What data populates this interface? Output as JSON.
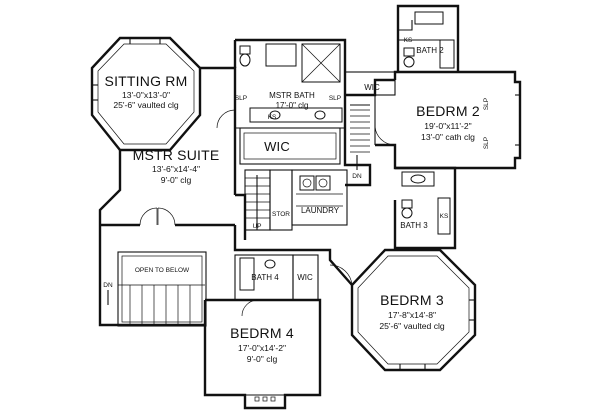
{
  "rooms": {
    "sitting_rm": {
      "name": "SITTING RM",
      "size": "13'-0\"x13'-0\"",
      "ceiling": "25'-6\" vaulted clg"
    },
    "mstr_suite": {
      "name": "MSTR SUITE",
      "size": "13'-6\"x14'-4\"",
      "ceiling": "9'-0\" clg"
    },
    "mstr_bath": {
      "name": "MSTR BATH",
      "ceiling": "17'-0\" clg"
    },
    "bedrm2": {
      "name": "BEDRM 2",
      "size": "19'-0\"x11'-2\"",
      "ceiling": "13'-0\" cath clg"
    },
    "bedrm3": {
      "name": "BEDRM 3",
      "size": "17'-8\"x14'-8\"",
      "ceiling": "25'-6\" vaulted clg"
    },
    "bedrm4": {
      "name": "BEDRM 4",
      "size": "17'-0\"x14'-2\"",
      "ceiling": "9'-0\" clg"
    },
    "bath2": {
      "name": "BATH 2"
    },
    "bath3": {
      "name": "BATH 3"
    },
    "bath4": {
      "name": "BATH 4"
    },
    "laundry": {
      "name": "LAUNDRY"
    },
    "wic_main": {
      "name": "WIC"
    },
    "wic_bedrm2": {
      "name": "WIC"
    },
    "wic_bedrm4": {
      "name": "WIC"
    },
    "stor": {
      "name": "STOR"
    },
    "open_to_below": {
      "name": "OPEN TO BELOW"
    }
  },
  "labels": {
    "slp_left": "SLP",
    "slp_right": "SLP",
    "slp_b2_top": "SLP",
    "slp_b2_bottom": "SLP",
    "ks_mstr": "KS",
    "ks_bath2": "KS",
    "ks_bath3": "KS",
    "dn_main": "DN",
    "dn_hall": "DN",
    "up_stair": "UP"
  }
}
